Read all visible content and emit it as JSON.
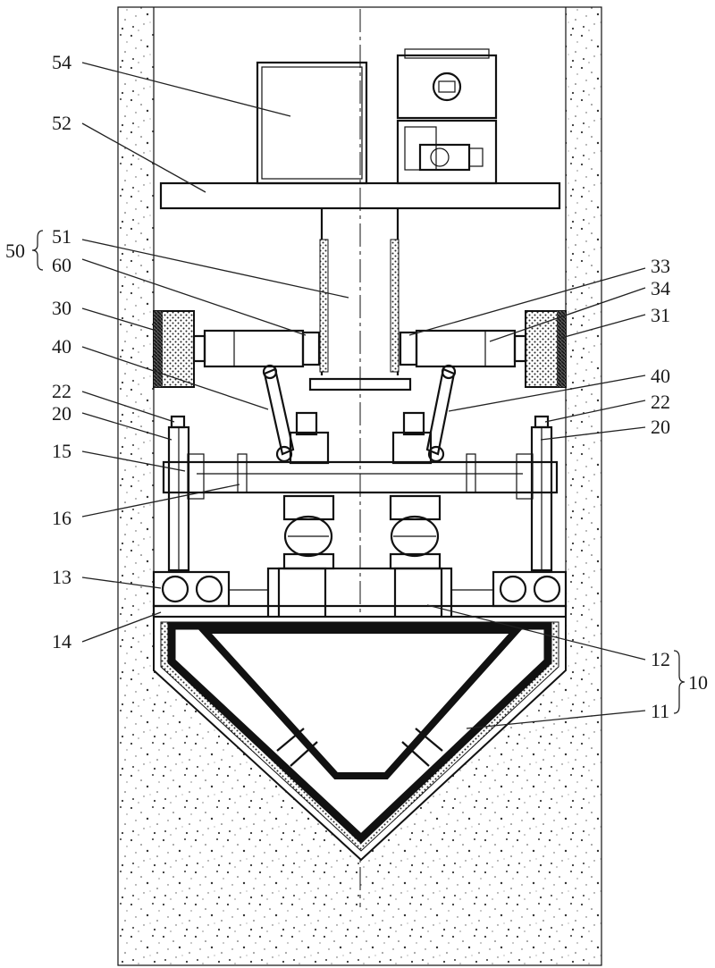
{
  "labels": {
    "l54": "54",
    "l52": "52",
    "l50": "50",
    "l51": "51",
    "l60": "60",
    "l30": "30",
    "l40_left": "40",
    "l22_left": "22",
    "l20_left": "20",
    "l15": "15",
    "l16": "16",
    "l13": "13",
    "l14": "14",
    "l33": "33",
    "l34": "34",
    "l31": "31",
    "l40_right": "40",
    "l22_right": "22",
    "l20_right": "20",
    "l12": "12",
    "l10": "10",
    "l11": "11"
  }
}
